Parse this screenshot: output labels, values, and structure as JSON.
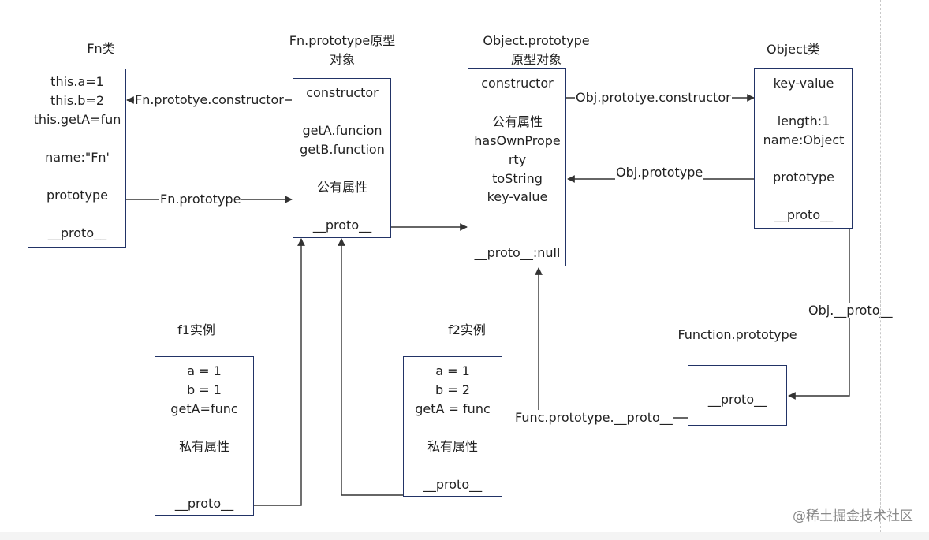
{
  "titles": {
    "fn_class": "Fn类",
    "fn_proto_l1": "Fn.prototype原型",
    "fn_proto_l2": "对象",
    "obj_proto_l1": "Object.prototype",
    "obj_proto_l2": "原型对象",
    "object_class": "Object类",
    "f1": "f1实例",
    "f2": "f2实例",
    "func_proto": "Function.prototype"
  },
  "boxes": {
    "fn_class": [
      "this.a=1",
      "this.b=2",
      "this.getA=fun",
      "",
      "name:\"Fn'",
      "",
      "prototype",
      "",
      "__proto__"
    ],
    "fn_proto": [
      "constructor",
      "",
      "getA.funcion",
      "getB.function",
      "",
      "公有属性",
      "",
      "__proto__"
    ],
    "obj_proto": [
      "constructor",
      "",
      "公有属性",
      "hasOwnPrope",
      "rty",
      "toString",
      "key-value",
      "",
      "",
      "__proto__:null"
    ],
    "object_class": [
      "key-value",
      "",
      "length:1",
      "name:Object",
      "",
      "prototype",
      "",
      "__proto__"
    ],
    "f1": [
      "a = 1",
      "b = 1",
      "getA=func",
      "",
      "私有属性",
      "",
      "",
      "__proto__"
    ],
    "f2": [
      "a = 1",
      "b = 2",
      "getA = func",
      "",
      "私有属性",
      "",
      "__proto__"
    ],
    "func_proto": [
      "__proto__"
    ]
  },
  "edges": {
    "fn_constructor": "Fn.prototye.constructor",
    "fn_prototype": "Fn.prototype",
    "obj_constructor": "Obj.prototye.constructor",
    "obj_prototype": "Obj.prototype",
    "obj_proto": "Obj.__proto__",
    "func_proto_proto": "Func.prototype.__proto__"
  },
  "watermark": "@稀土掘金技术社区",
  "colors": {
    "line": "#333333",
    "box_border": "#223366"
  }
}
